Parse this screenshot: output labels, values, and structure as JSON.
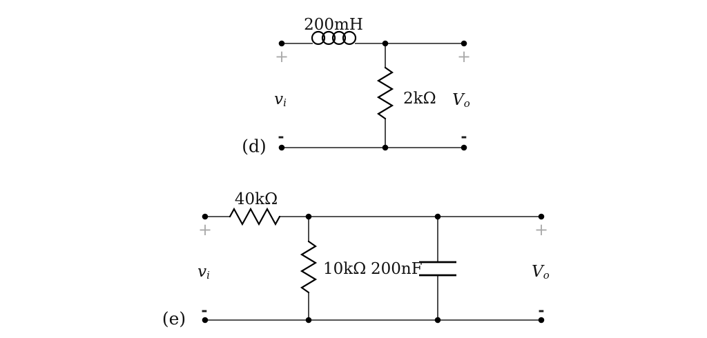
{
  "colors": {
    "background": "#ffffff",
    "wire": "#1c1c1c",
    "component": "#000000",
    "plus_sign": "#a9a9a9",
    "minus_sign": "#1c1c1c",
    "text": "#111111"
  },
  "circuit_d": {
    "designator": "(d)",
    "inductor": {
      "label": "200mH"
    },
    "shunt_resistor": {
      "label": "2kΩ"
    },
    "input": {
      "symbol": "v",
      "subscript": "i",
      "plus": "+",
      "minus": "-"
    },
    "output": {
      "symbol": "V",
      "subscript": "o",
      "plus": "+",
      "minus": "-"
    }
  },
  "circuit_e": {
    "designator": "(e)",
    "series_resistor": {
      "label": "40kΩ"
    },
    "shunt_resistor": {
      "label": "10kΩ"
    },
    "capacitor": {
      "label": "200nF"
    },
    "input": {
      "symbol": "v",
      "subscript": "i",
      "plus": "+",
      "minus": "-"
    },
    "output": {
      "symbol": "V",
      "subscript": "o",
      "plus": "+",
      "minus": "-"
    }
  }
}
